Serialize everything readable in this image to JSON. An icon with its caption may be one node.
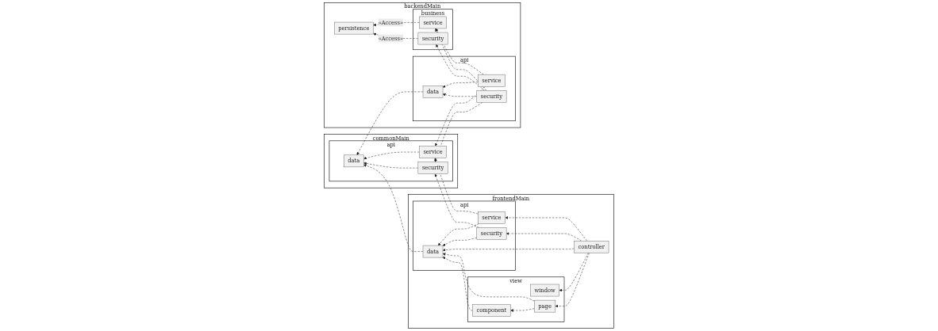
{
  "diagram": {
    "nodes": [
      {
        "text": [
          "backendMain"
        ]
      },
      {
        "text": [
          "business"
        ],
        "in": 0
      },
      {
        "text": [
          "service"
        ],
        "in": 1
      },
      {
        "text": [
          "security"
        ],
        "in": 1
      },
      {
        "text": [
          "api"
        ],
        "in": 0
      },
      {
        "text": [
          "service"
        ],
        "in": 4
      },
      {
        "text": [
          "security"
        ],
        "in": 4
      },
      {
        "text": [
          "data"
        ],
        "in": 4
      },
      {
        "text": [
          "persistence"
        ],
        "in": 0
      },
      {
        "text": [
          "commonMain"
        ]
      },
      {
        "text": [
          "api"
        ],
        "in": 9
      },
      {
        "text": [
          "service"
        ],
        "in": 10
      },
      {
        "text": [
          "security"
        ],
        "in": 10
      },
      {
        "text": [
          "data"
        ],
        "in": 10
      },
      {
        "text": [
          "frontendMain"
        ]
      },
      {
        "text": [
          "api"
        ],
        "in": 14
      },
      {
        "text": [
          "service"
        ],
        "in": 15
      },
      {
        "text": [
          "security"
        ],
        "in": 15
      },
      {
        "text": [
          "data"
        ],
        "in": 15
      },
      {
        "text": [
          "view"
        ],
        "in": 14
      },
      {
        "text": [
          "window"
        ],
        "in": 19
      },
      {
        "text": [
          "page"
        ],
        "in": 19
      },
      {
        "text": [
          "component"
        ],
        "in": 19
      },
      {
        "text": [
          "controller"
        ],
        "in": 14
      }
    ],
    "edges": [
      {
        "from": 2,
        "to": 8,
        "arrow": "to",
        "style": "dashed",
        "label": "«Access»"
      },
      {
        "from": 3,
        "to": 8,
        "arrow": "to",
        "style": "dashed",
        "label": "«Access»"
      },
      {
        "from": 5,
        "to": 2,
        "arrow": "to",
        "style": "dashed"
      },
      {
        "from": 5,
        "to": 11,
        "arrow": "to",
        "style": "dashed"
      },
      {
        "from": 5,
        "to": 7,
        "arrow": "to",
        "style": "dashed"
      },
      {
        "from": 6,
        "to": 2,
        "arrow": "to",
        "style": "dashed"
      },
      {
        "from": 6,
        "to": 3,
        "arrow": "to",
        "style": "dashed"
      },
      {
        "from": 6,
        "to": 12,
        "arrow": "to",
        "style": "dashed"
      },
      {
        "from": 6,
        "to": 7,
        "arrow": "to",
        "style": "dashed"
      },
      {
        "from": 7,
        "to": 13,
        "arrow": "to",
        "style": "dashed"
      },
      {
        "from": 11,
        "to": 13,
        "arrow": "to",
        "style": "dashed"
      },
      {
        "from": 12,
        "to": 13,
        "arrow": "to",
        "style": "dashed"
      },
      {
        "from": 16,
        "to": 11,
        "arrow": "to",
        "style": "dashed"
      },
      {
        "from": 17,
        "to": 12,
        "arrow": "to",
        "style": "dashed"
      },
      {
        "from": 18,
        "to": 13,
        "arrow": "to",
        "style": "dashed"
      },
      {
        "from": 16,
        "to": 18,
        "arrow": "to",
        "style": "dashed"
      },
      {
        "from": 17,
        "to": 18,
        "arrow": "to",
        "style": "dashed"
      },
      {
        "from": 23,
        "to": 16,
        "arrow": "to",
        "style": "dashed"
      },
      {
        "from": 23,
        "to": 17,
        "arrow": "to",
        "style": "dashed"
      },
      {
        "from": 23,
        "to": 18,
        "arrow": "to",
        "style": "dashed"
      },
      {
        "from": 23,
        "to": 20,
        "arrow": "to",
        "style": "dashed"
      },
      {
        "from": 23,
        "to": 21,
        "arrow": "to",
        "style": "dashed"
      },
      {
        "from": 21,
        "to": 18,
        "arrow": "to",
        "style": "dashed"
      },
      {
        "from": 21,
        "to": 22,
        "arrow": "to",
        "style": "dashed"
      },
      {
        "from": 22,
        "to": 18,
        "arrow": "to",
        "style": "dashed"
      }
    ]
  }
}
